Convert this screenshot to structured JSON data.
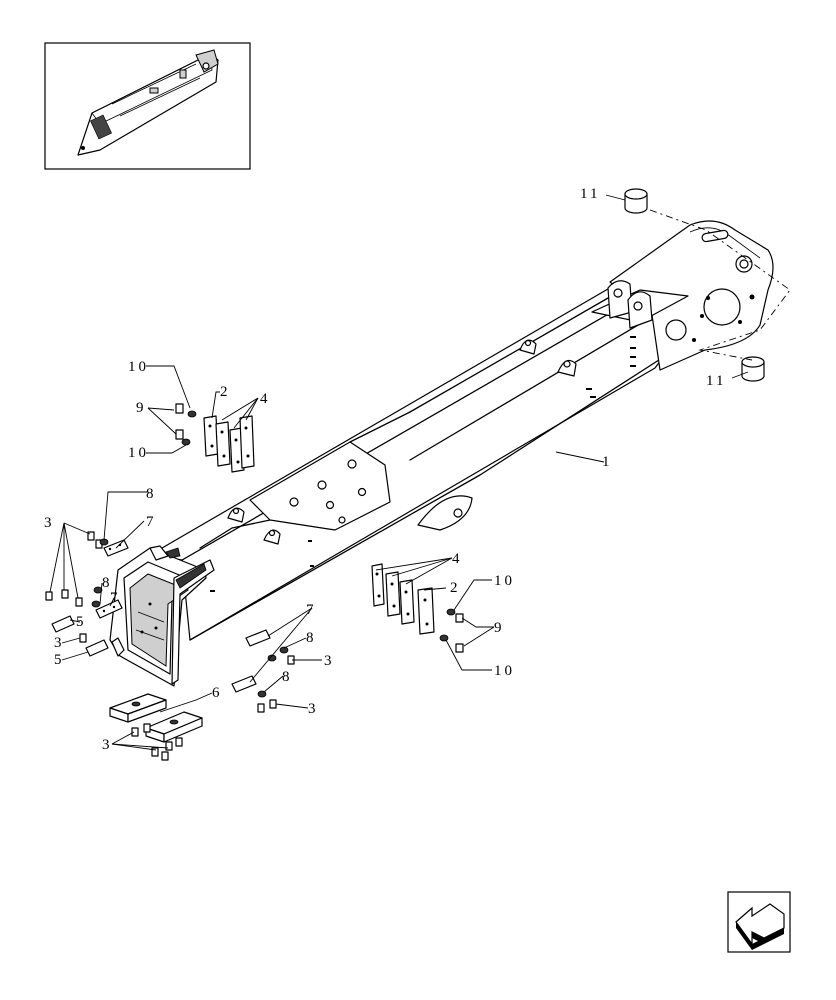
{
  "callouts": {
    "c1": "1",
    "c2_upper": "2",
    "c2_lower": "2",
    "c3_left": "3",
    "c3_mid": "3",
    "c3_pads": "3",
    "c3_r1": "3",
    "c3_r2": "3",
    "c4_upper": "4",
    "c4_lower": "4",
    "c5_a": "5",
    "c5_b": "5",
    "c6": "6",
    "c7_left": "7",
    "c7_mid": "7",
    "c8_left": "8",
    "c8_mid": "8",
    "c8_r1": "8",
    "c8_r2": "8",
    "c9_left": "9",
    "c9_right": "9",
    "c10_a": "10",
    "c10_b": "10",
    "c10_c": "10",
    "c10_d": "10",
    "c11_top": "11",
    "c11_right": "11"
  },
  "icons": {
    "thumbnail": "boom-assembly-overview-thumbnail",
    "nav": "previous-page-arrow-icon"
  }
}
